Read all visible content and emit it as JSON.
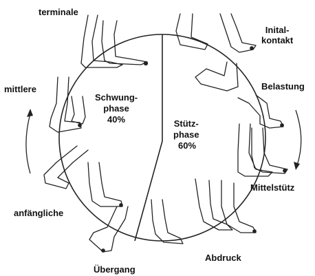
{
  "diagram": {
    "phase_labels": {
      "swing_name": "Schwung-\nphase",
      "swing_percent": "40%",
      "stance_name": "Stütz-\nphase",
      "stance_percent": "60%"
    },
    "stage_labels": {
      "initial_contact": "Inital-\nkontakt",
      "loading": "Belastung",
      "mid_stance": "Mittelstütz",
      "push_off": "Abdruck",
      "transition": "Übergang",
      "initial_swing": "anfängliche",
      "mid_swing": "mittlere",
      "terminal_swing": "terminale"
    }
  }
}
